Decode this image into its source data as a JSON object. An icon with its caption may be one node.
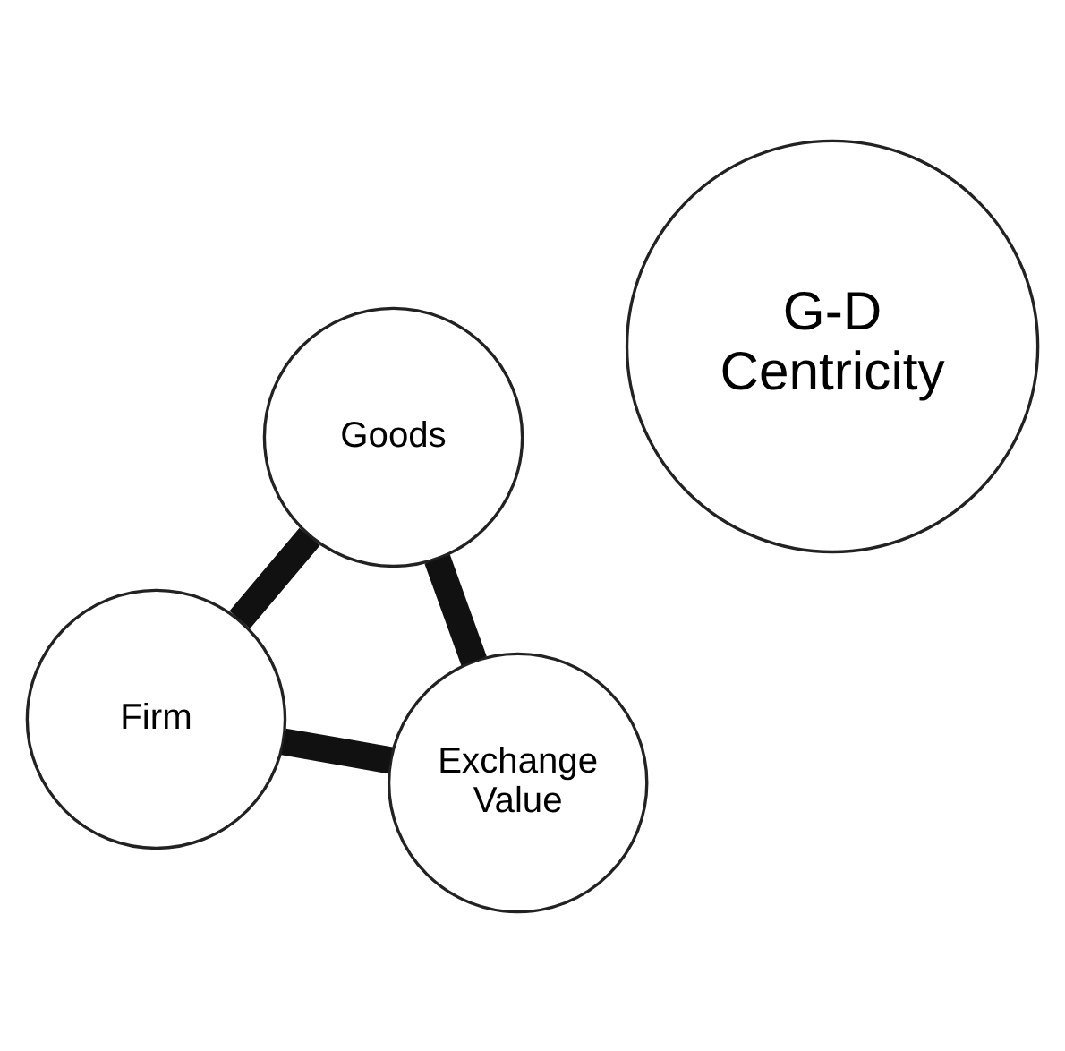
{
  "diagram": {
    "nodes": [
      {
        "text": [
          "G-D Centricity"
        ]
      },
      {
        "text": [
          "Goods"
        ]
      },
      {
        "text": [
          "Firm"
        ]
      },
      {
        "text": [
          "Exchange Value"
        ]
      }
    ],
    "edges": [
      {
        "from": 1,
        "to": 2,
        "arrow": "none"
      },
      {
        "from": 2,
        "to": 3,
        "arrow": "none"
      },
      {
        "from": 3,
        "to": 1,
        "arrow": "none"
      }
    ]
  }
}
